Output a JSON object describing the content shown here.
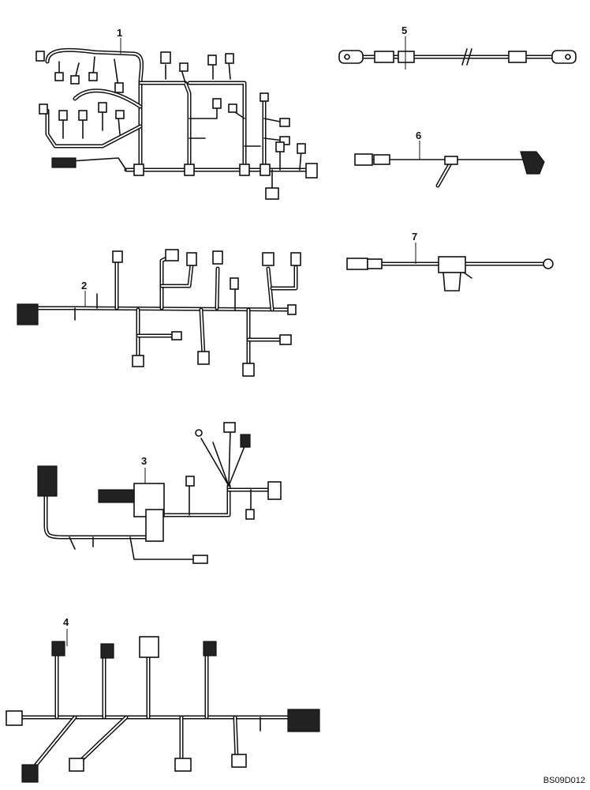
{
  "callouts": [
    "1",
    "2",
    "3",
    "4",
    "5",
    "6",
    "7"
  ],
  "figure_code": "BS09D012"
}
